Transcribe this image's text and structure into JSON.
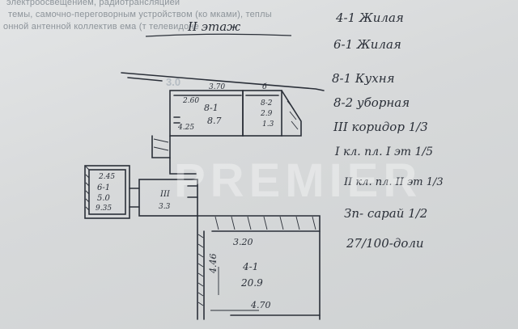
{
  "printed_header": {
    "line1": "электроосвещением, радиотрансляцией",
    "line2": "темы, самочно-переговорным устройством (ко               мками), теплы",
    "line3": "онной антенной   коллектив              ема   (т             телевидоне",
    "stamp": "3.0"
  },
  "floor_title": "II этаж",
  "legend": [
    "4-1 Жилая",
    "6-1 Жилая",
    "8-1 Кухня",
    "8-2 уборная",
    "III коридор 1/3",
    "I кл. пл. I эт 1/5",
    "II кл. пл. II эт 1/3",
    "Зп- сарай 1/2",
    "27/100-доли"
  ],
  "plan_labels": {
    "room_8_1": "8-1",
    "room_8_1_area": "8.7",
    "room_8_1_dim_w": "3.70",
    "room_8_1_dim_h": "2.60",
    "room_8_1_side": "4.25",
    "room_8_2": "8-2",
    "room_8_2_dim": "2.9",
    "room_8_2_area": "1.3",
    "room_8_2_top": "б",
    "room_6_1": "6-1",
    "room_6_1_dim": "2.45",
    "room_6_1_area": "5.0",
    "room_6_1_side": "9.35",
    "corridor": "III",
    "corridor_area": "3.3",
    "room_4_1": "4-1",
    "room_4_1_area": "20.9",
    "room_4_1_dim_w": "3.20",
    "room_4_1_dim_h": "4.46",
    "room_4_1_bottom": "4.70"
  },
  "watermark": "PREMIER"
}
